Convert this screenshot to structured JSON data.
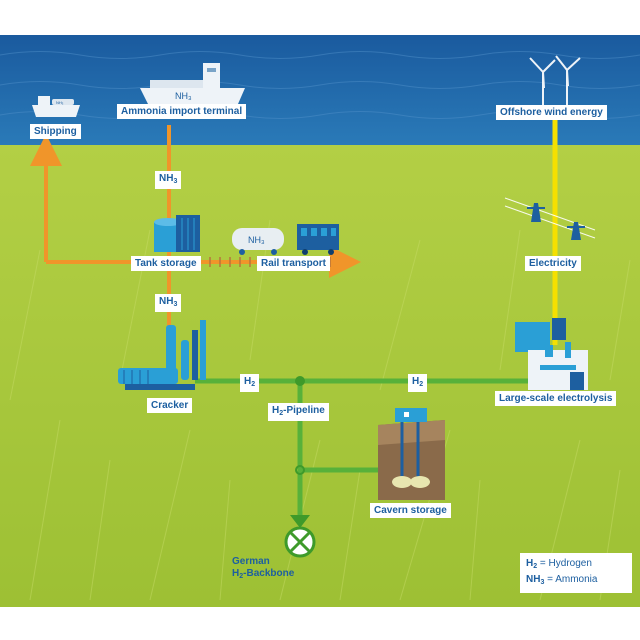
{
  "labels": {
    "shipping": "Shipping",
    "import_terminal": "Ammonia import terminal",
    "offshore_wind": "Offshore wind energy",
    "tank_storage": "Tank storage",
    "rail_transport": "Rail transport",
    "electricity": "Electricity",
    "cracker": "Cracker",
    "electrolysis": "Large-scale electrolysis",
    "cavern_storage": "Cavern storage",
    "h2_pipeline_suffix": "-Pipeline",
    "german_line1": "German",
    "german_line2_suffix": "-Backbone"
  },
  "formulas": {
    "h": "H",
    "h_sub": "2",
    "nh": "NH",
    "nh_sub": "3"
  },
  "ship_tag": "NH₃",
  "tank_car_tag": "NH₃",
  "terminal_tag": "NH₃",
  "legend": {
    "hydrogen": "= Hydrogen",
    "ammonia": "= Ammonia"
  },
  "colors": {
    "sea": "#1f64a8",
    "grass": "#a9c83a",
    "ammonia_line": "#f0952a",
    "hydrogen_line": "#57b13a",
    "electricity_line": "#f5e000",
    "label_text": "#1d5fa0",
    "equipment": "#2a9fd6"
  }
}
